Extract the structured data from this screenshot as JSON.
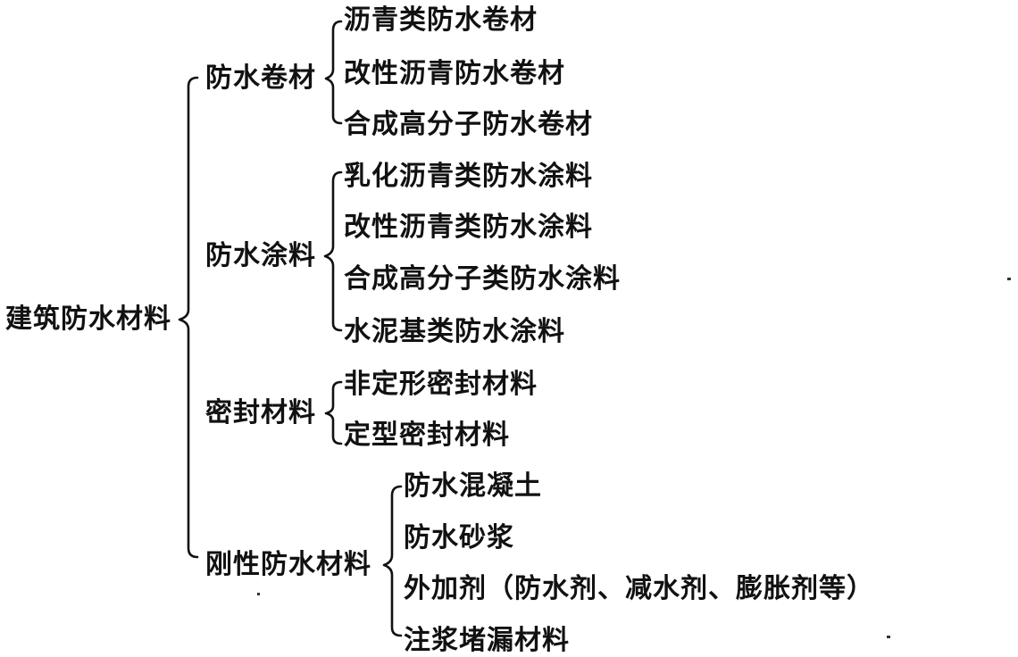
{
  "root": {
    "label": "建筑防水材料"
  },
  "groups": [
    {
      "label": "防水卷材",
      "items": [
        "沥青类防水卷材",
        "改性沥青防水卷材",
        "合成高分子防水卷材"
      ]
    },
    {
      "label": "防水涂料",
      "items": [
        "乳化沥青类防水涂料",
        "改性沥青类防水涂料",
        "合成高分子类防水涂料",
        "水泥基类防水涂料"
      ]
    },
    {
      "label": "密封材料",
      "items": [
        "非定形密封材料",
        "定型密封材料"
      ]
    },
    {
      "label": "刚性防水材料",
      "items": [
        "防水混凝土",
        "防水砂浆",
        "外加剂（防水剂、减水剂、膨胀剂等）",
        "注浆堵漏材料"
      ]
    }
  ]
}
